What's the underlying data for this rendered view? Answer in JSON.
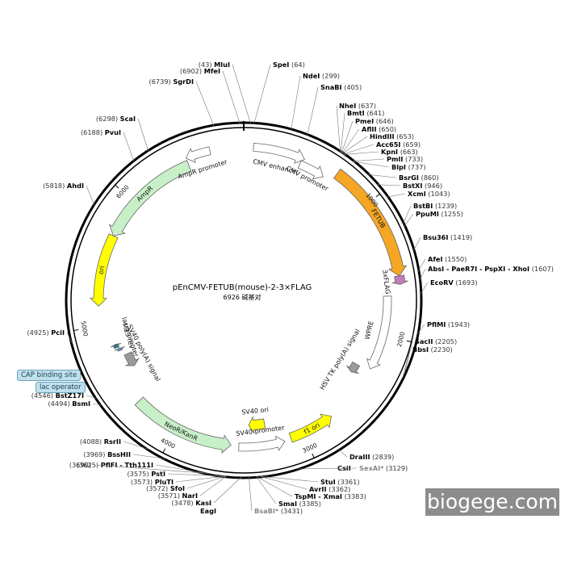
{
  "plasmid": {
    "name": "pEnCMV-FETUB(mouse)-2-3×FLAG",
    "size_text": "6926 碱基对",
    "total_bp": 6926
  },
  "watermark": "biogege.com",
  "colors": {
    "backbone": "#000000",
    "fetub": "#f5a623",
    "flag": "#c57cba",
    "ampr": "#c8f0c8",
    "neor": "#c8f0c8",
    "ori": "#ffff00",
    "f1ori": "#ffff00",
    "sv40ori": "#ffff00",
    "promoter": "#ffffff",
    "grey": "#999999",
    "lacop": "#2a7a8a",
    "cap": "#5a8fd0",
    "lac_box_bg": "#bfe0ec"
  },
  "ticks": [
    "1000",
    "2000",
    "3000",
    "4000",
    "5000",
    "6000"
  ],
  "features": [
    {
      "name": "CMV enhancer",
      "start": 70,
      "end": 450,
      "type": "promoter"
    },
    {
      "name": "CMV promoter",
      "start": 430,
      "end": 630,
      "type": "promoter"
    },
    {
      "name": "FETUB",
      "start": 700,
      "end": 1560,
      "type": "cds"
    },
    {
      "name": "3xFLAG",
      "start": 1560,
      "end": 1620,
      "type": "tag"
    },
    {
      "name": "WPRE",
      "start": 1700,
      "end": 2280,
      "type": "promoter"
    },
    {
      "name": "HSV TK poly(A) signal",
      "start": 2300,
      "end": 2380,
      "type": "grey"
    },
    {
      "name": "f1 ori",
      "start": 2750,
      "end": 3100,
      "type": "ori"
    },
    {
      "name": "SV40 promoter",
      "start": 3150,
      "end": 3500,
      "type": "promoter"
    },
    {
      "name": "SV40 ori",
      "start": 3280,
      "end": 3420,
      "type": "ori"
    },
    {
      "name": "NeoR/KanR",
      "start": 3560,
      "end": 4350,
      "type": "resist"
    },
    {
      "name": "SV40 poly(A) signal",
      "start": 4600,
      "end": 4720,
      "type": "grey"
    },
    {
      "name": "CAP binding site",
      "start": 4770,
      "end": 4790,
      "type": "cap"
    },
    {
      "name": "lac operator",
      "start": 4800,
      "end": 4830,
      "type": "lacop"
    },
    {
      "name": "lac promoter",
      "start": 4840,
      "end": 4860,
      "type": "label"
    },
    {
      "name": "M13 rev",
      "start": 4850,
      "end": 4880,
      "type": "label"
    },
    {
      "name": "ori",
      "start": 5150,
      "end": 5700,
      "type": "ori"
    },
    {
      "name": "AmpR",
      "start": 5700,
      "end": 6500,
      "type": "resist"
    },
    {
      "name": "AmpR promoter",
      "start": 6500,
      "end": 6680,
      "type": "promoter"
    }
  ],
  "sites": [
    {
      "name": "MluI",
      "pos": "43"
    },
    {
      "name": "SpeI",
      "pos": "64"
    },
    {
      "name": "NdeI",
      "pos": "299"
    },
    {
      "name": "SnaBI",
      "pos": "405"
    },
    {
      "name": "NheI",
      "pos": "637"
    },
    {
      "name": "BmtI",
      "pos": "641"
    },
    {
      "name": "PmeI",
      "pos": "646"
    },
    {
      "name": "AflII",
      "pos": "650"
    },
    {
      "name": "HindIII",
      "pos": "653"
    },
    {
      "name": "Acc65I",
      "pos": "659"
    },
    {
      "name": "KpnI",
      "pos": "663"
    },
    {
      "name": "PmlI",
      "pos": "733"
    },
    {
      "name": "BlpI",
      "pos": "737"
    },
    {
      "name": "BsrGI",
      "pos": "860"
    },
    {
      "name": "BstXI",
      "pos": "946"
    },
    {
      "name": "XcmI",
      "pos": "1043"
    },
    {
      "name": "BstBI",
      "pos": "1239"
    },
    {
      "name": "PpuMI",
      "pos": "1255"
    },
    {
      "name": "Bsu36I",
      "pos": "1419"
    },
    {
      "name": "AfeI",
      "pos": "1550"
    },
    {
      "name": "AbsI - PaeR7I - PspXI - XhoI",
      "pos": "1607"
    },
    {
      "name": "EcoRV",
      "pos": "1693"
    },
    {
      "name": "PflMI",
      "pos": "1943"
    },
    {
      "name": "SacII",
      "pos": "2205"
    },
    {
      "name": "BbsI",
      "pos": "2230"
    },
    {
      "name": "DraIII",
      "pos": "2839"
    },
    {
      "name": "CsiI",
      "pos": ""
    },
    {
      "name": "SexAI*",
      "pos": "3129"
    },
    {
      "name": "StuI",
      "pos": "3361"
    },
    {
      "name": "AvrII",
      "pos": "3362"
    },
    {
      "name": "TspMI - XmaI",
      "pos": "3383"
    },
    {
      "name": "SmaI",
      "pos": "3385"
    },
    {
      "name": "BsaBI*",
      "pos": "3431"
    },
    {
      "name": "EagI",
      "pos": ""
    },
    {
      "name": "KasI",
      "pos": "3478"
    },
    {
      "name": "NarI",
      "pos": "3571"
    },
    {
      "name": "SfoI",
      "pos": "3572"
    },
    {
      "name": "PluTI",
      "pos": "3573"
    },
    {
      "name": "PstI",
      "pos": "3575"
    },
    {
      "name": "PflFI - Tth111I",
      "pos": "3625"
    },
    {
      "name": "",
      "pos": "3690"
    },
    {
      "name": "BssHII",
      "pos": "3969"
    },
    {
      "name": "RsrII",
      "pos": "4088"
    },
    {
      "name": "BsmI",
      "pos": "4494"
    },
    {
      "name": "BstZ17I",
      "pos": "4546"
    },
    {
      "name": "PciI",
      "pos": "4925"
    },
    {
      "name": "AhdI",
      "pos": "5818"
    },
    {
      "name": "PvuI",
      "pos": "6188"
    },
    {
      "name": "ScaI",
      "pos": "6298"
    },
    {
      "name": "SgrDI",
      "pos": "6739"
    },
    {
      "name": "MfeI",
      "pos": "6902"
    }
  ],
  "boxes": {
    "cap": "CAP binding site",
    "lac": "lac operator"
  }
}
